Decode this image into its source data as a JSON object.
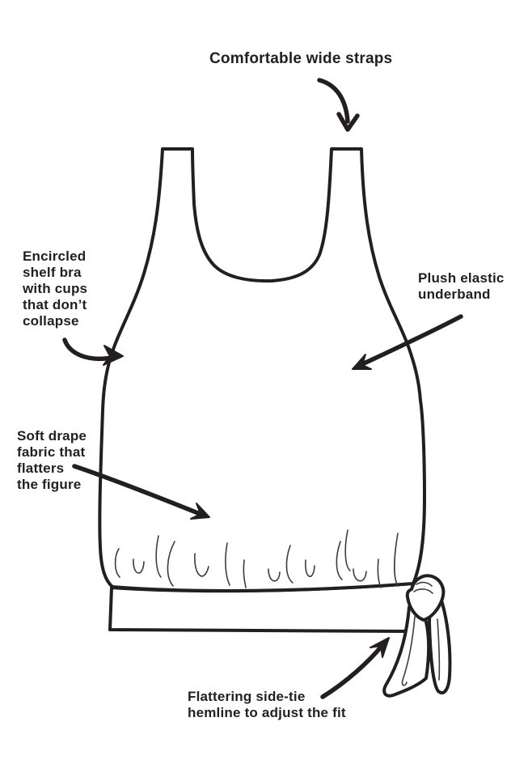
{
  "theme": {
    "ink": "#231f20",
    "background": "#ffffff",
    "wrinkle": "#3f3b3c"
  },
  "labels": {
    "straps": "Comfortable wide straps",
    "shelf_bra": "Encircled\nshelf bra\nwith cups\nthat don’t\ncollapse",
    "underband": "Plush elastic\nunderband",
    "fabric": "Soft drape\nfabric that\nflatters\nthe figure",
    "side_tie": "Flattering side-tie\nhemline to adjust the fit"
  }
}
